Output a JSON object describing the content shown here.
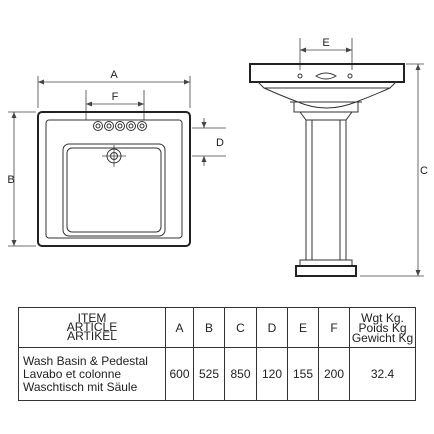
{
  "dims": {
    "A": "A",
    "B": "B",
    "C": "C",
    "D": "D",
    "E": "E",
    "F_top": "F",
    "F_table": "F"
  },
  "table": {
    "item_header": [
      "ITEM",
      "ARTICLE",
      "ARTIKEL"
    ],
    "columns": [
      "A",
      "B",
      "C",
      "D",
      "E",
      "F"
    ],
    "weight_header": [
      "Wgt Kg.",
      "Poids Kg",
      "Gewicht Kg"
    ],
    "description": [
      "Wash Basin & Pedestal",
      "Lavabo et colonne",
      "Waschtisch mit Säule"
    ],
    "values": [
      "600",
      "525",
      "850",
      "120",
      "155",
      "200"
    ],
    "weight": "32.4"
  }
}
